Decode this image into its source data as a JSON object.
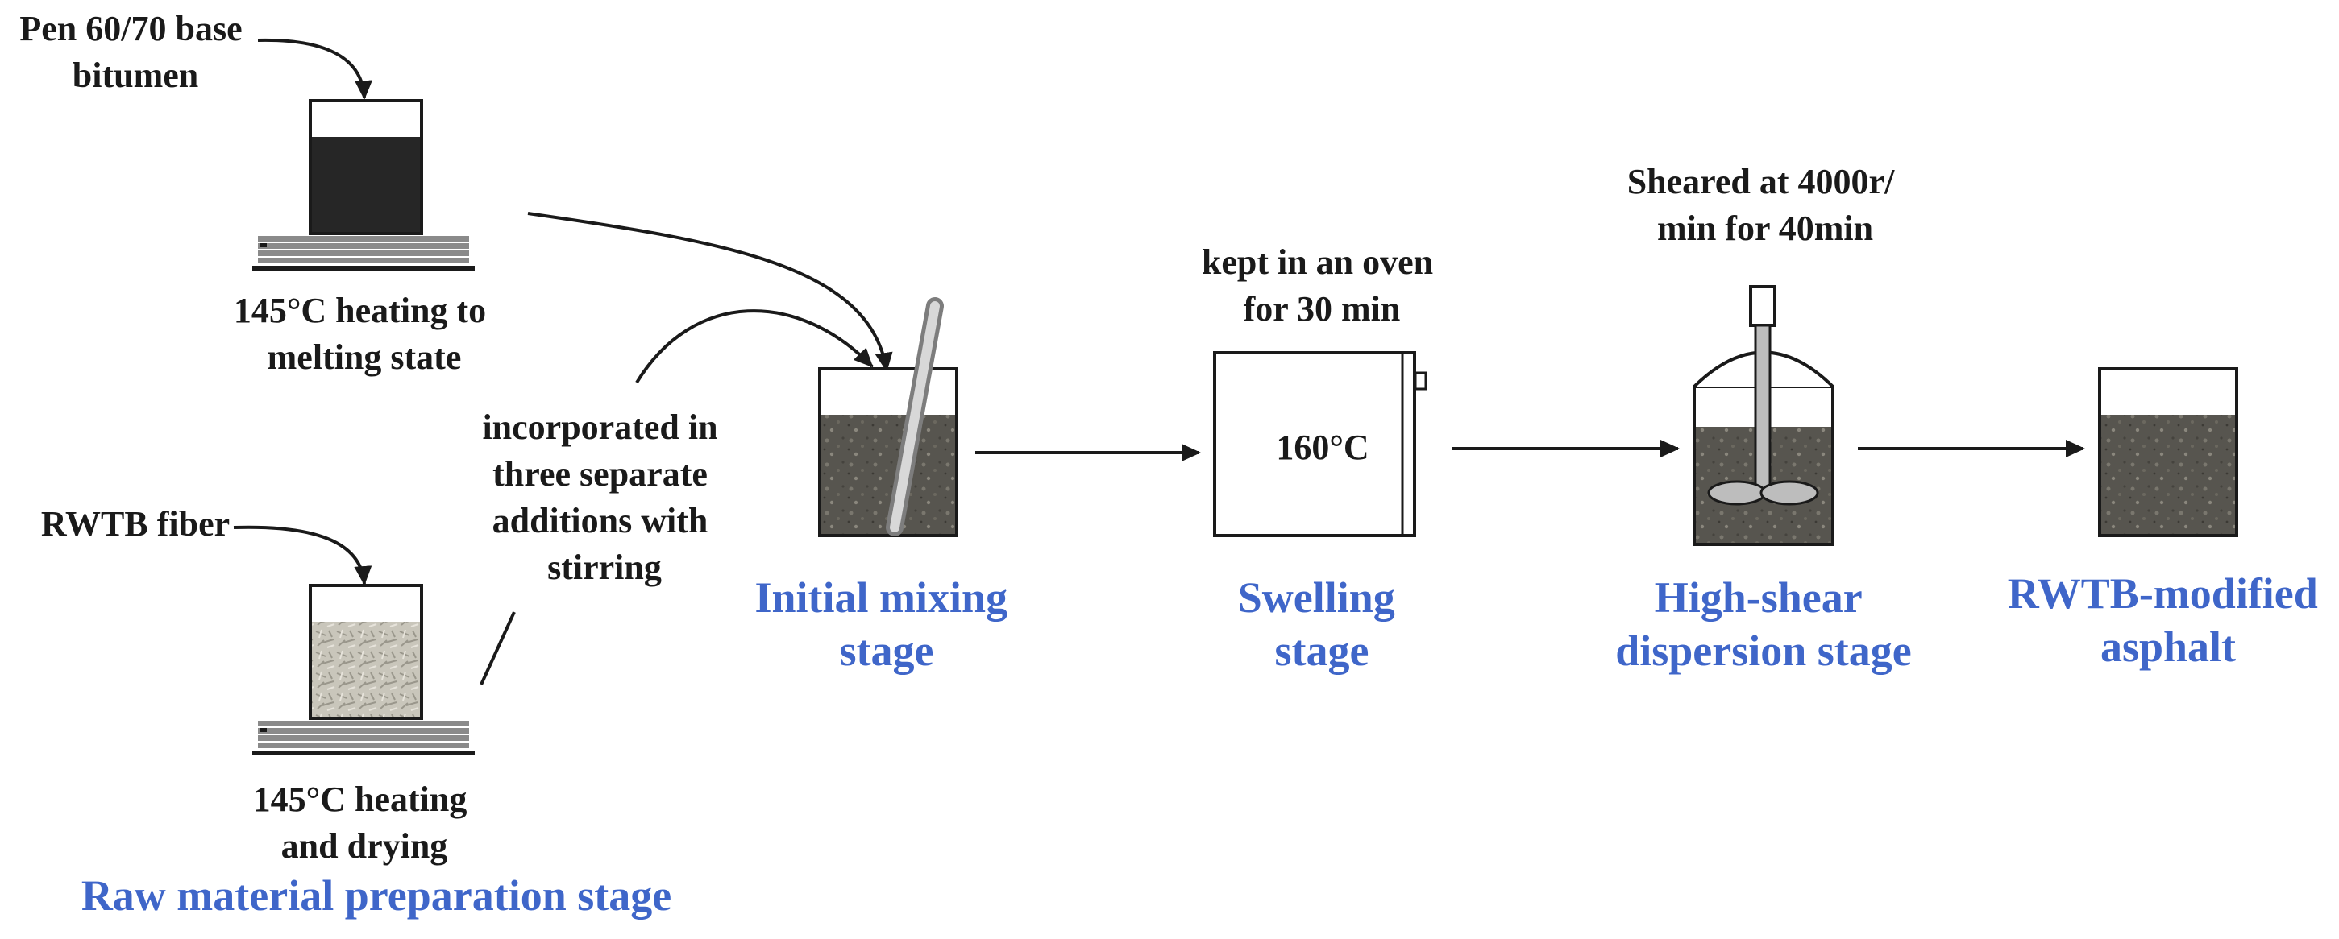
{
  "inputs": {
    "bitumen_label": [
      "Pen 60/70 base",
      "bitumen"
    ],
    "bitumen_heating": [
      "145°C heating to",
      "melting state"
    ],
    "fiber_label": "RWTB fiber",
    "fiber_heating": [
      "145°C heating",
      "and drying"
    ],
    "addition_note": [
      "incorporated in",
      "three separate",
      "additions with",
      "stirring"
    ]
  },
  "stages": {
    "raw": "Raw material preparation stage",
    "initial_mixing": [
      "Initial mixing",
      "stage"
    ],
    "swelling": [
      "Swelling",
      "stage"
    ],
    "high_shear": [
      "High-shear",
      "dispersion stage"
    ],
    "final": [
      "RWTB-modified",
      "asphalt"
    ]
  },
  "process_notes": {
    "oven_note": [
      "kept in an oven",
      "for 30 min"
    ],
    "oven_temp": "160°C",
    "shear_note": [
      "Sheared at 4000r/",
      "min for 40min"
    ]
  },
  "colors": {
    "stage_text": "#3f66c9",
    "bitumen_fill": "#262626",
    "mix_fill": "#5a5853",
    "fiber_fill": "#c9c6bb"
  }
}
